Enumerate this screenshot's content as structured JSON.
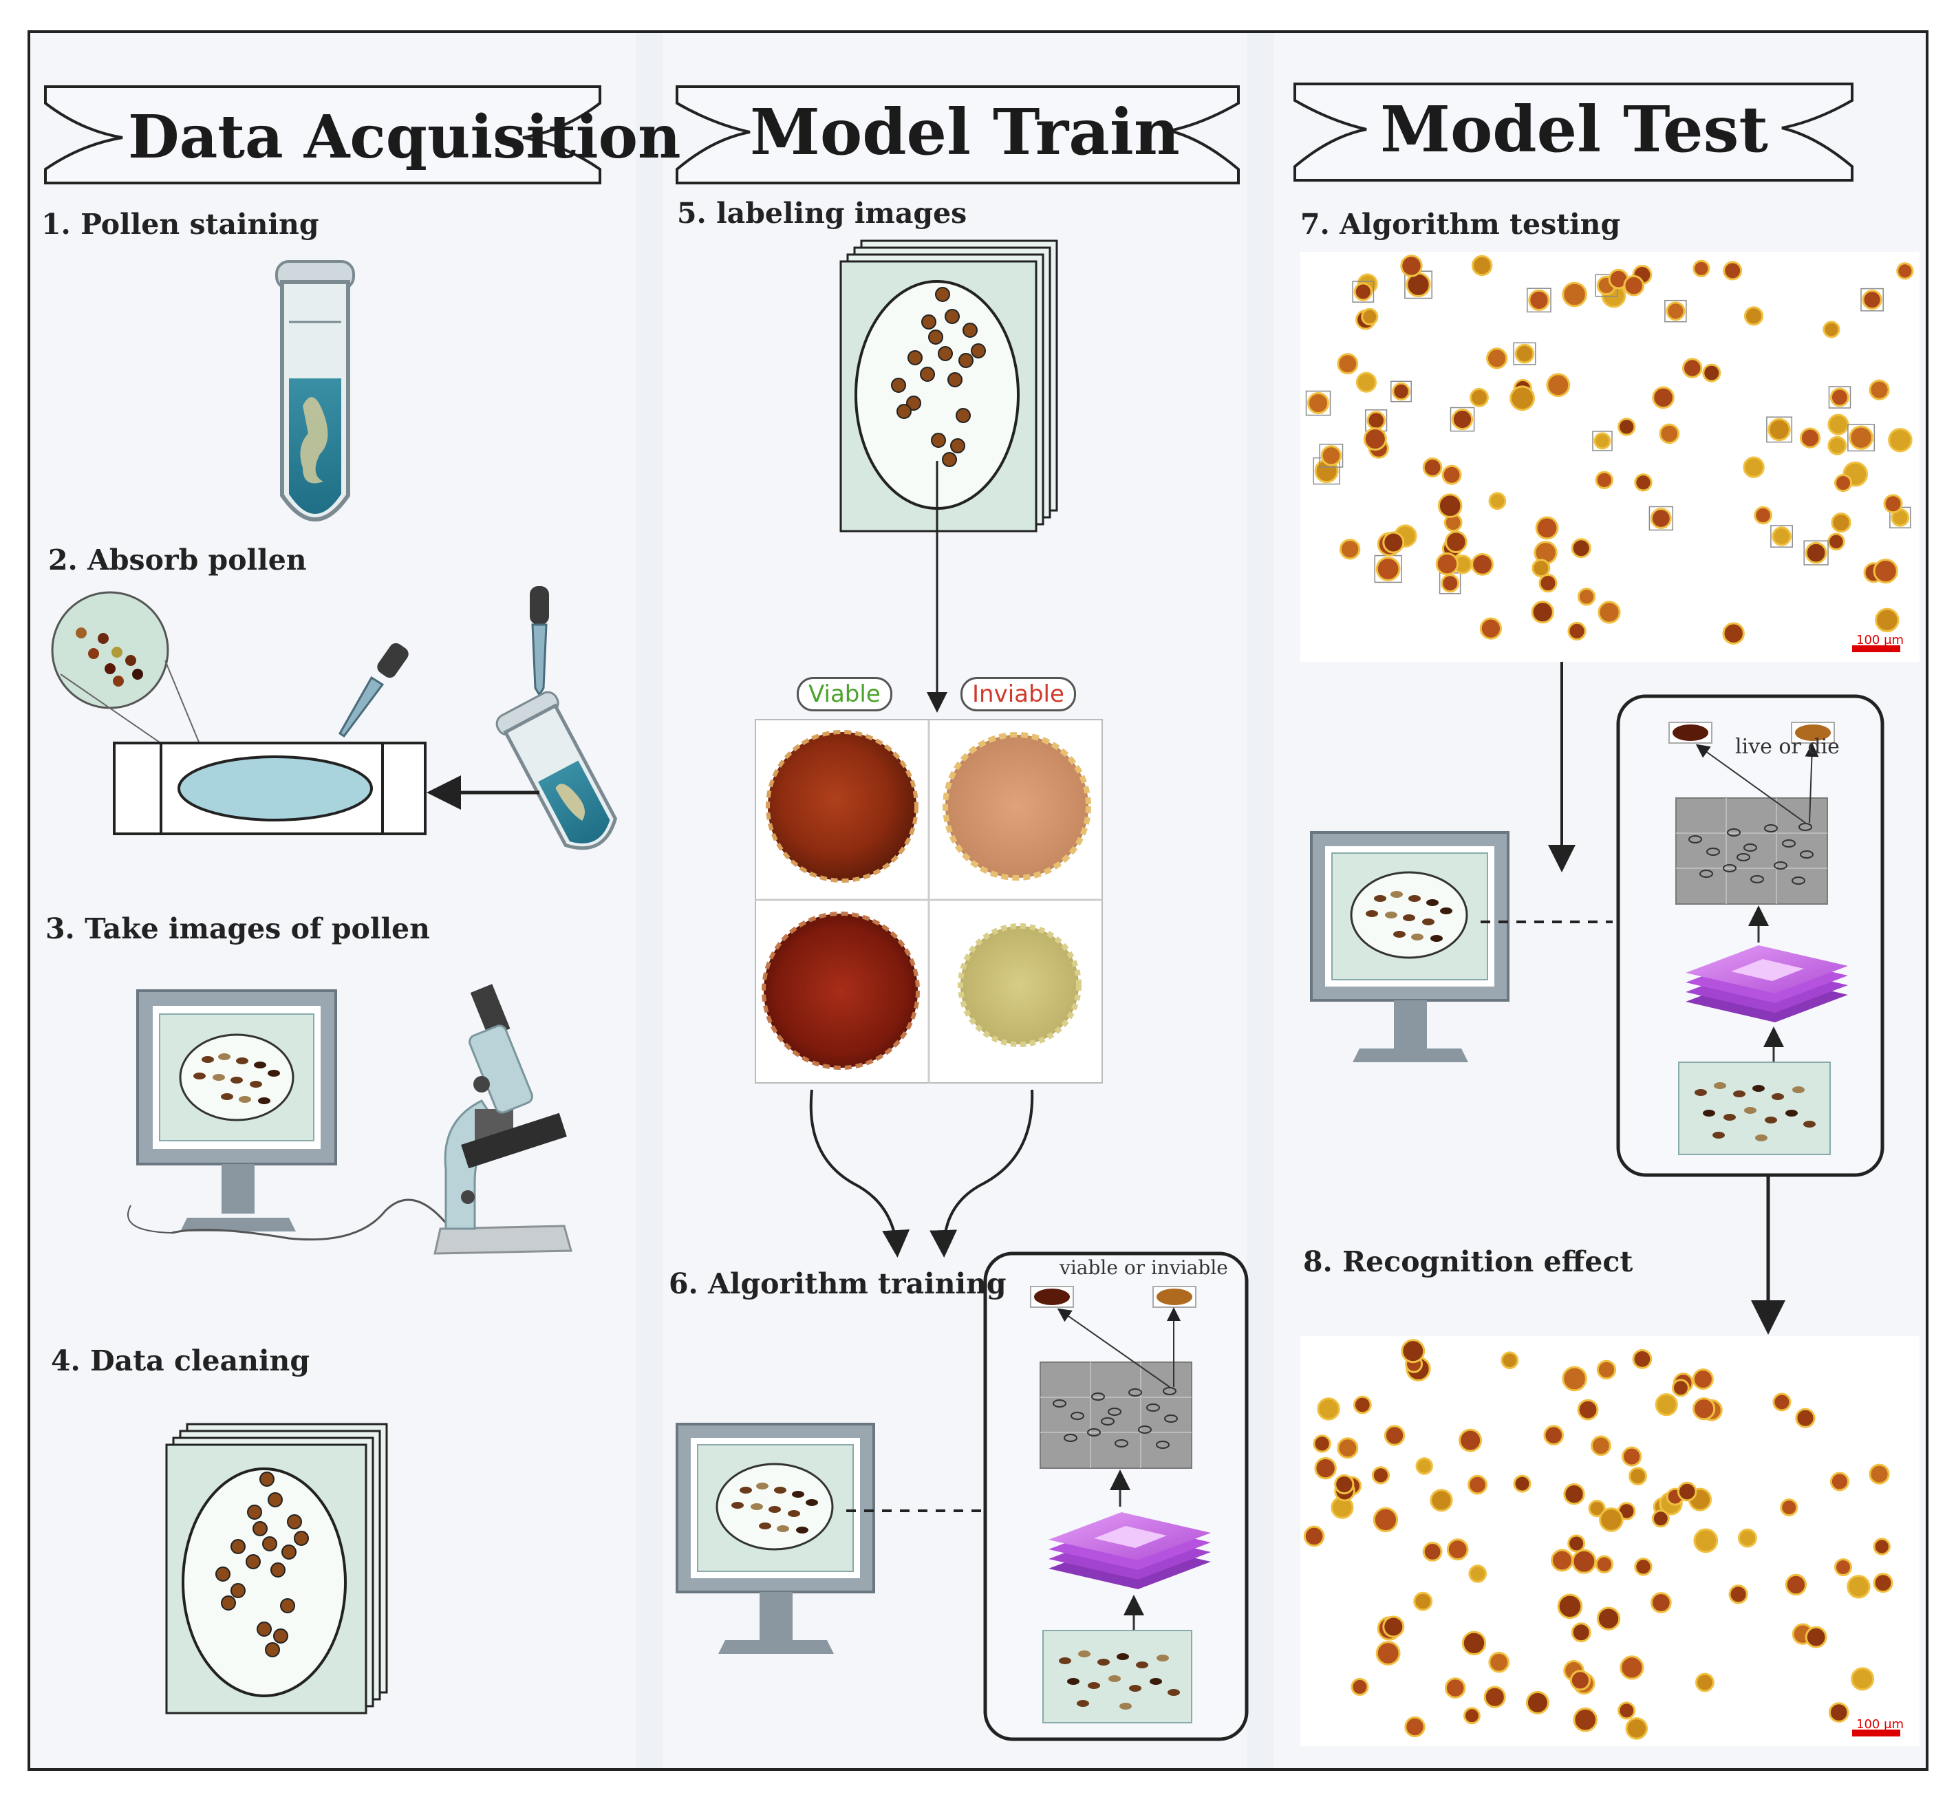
{
  "sections": {
    "acquisition": "Data Acquisition",
    "train": "Model Train",
    "test": "Model Test"
  },
  "steps": {
    "s1": "1. Pollen staining",
    "s2": "2. Absorb pollen",
    "s3": "3. Take images of pollen",
    "s4": "4. Data cleaning",
    "s5": "5. labeling images",
    "s6": "6. Algorithm  training",
    "s7": "7. Algorithm testing",
    "s8": "8. Recognition effect"
  },
  "labels": {
    "viable": "Viable",
    "inviable": "Inviable",
    "viable_or_inviable": "viable or inviable",
    "live_or_die": "live or die",
    "scale_bar": "100 μm"
  },
  "colors": {
    "viable_pollen": "#8a3a12",
    "inviable_pollen": "#b98a2a",
    "network_layers": "#c45ee0",
    "dish_fill": "#a9d4de"
  }
}
